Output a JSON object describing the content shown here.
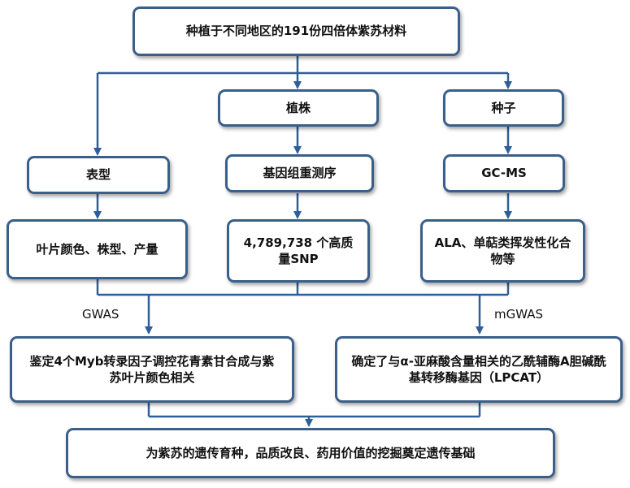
{
  "nodes": {
    "root": "种植于不同地区的191份四倍体紫苏材料",
    "plant": "植株",
    "seed": "种子",
    "phenotype": "表型",
    "sequencing": "基因组重测序",
    "gcms": "GC-MS",
    "traits": "叶片颜色、株型、产量",
    "snp": "4,789,738 个高质量SNP",
    "metabolites": "ALA、单萜类挥发性化合物等",
    "myb": "鉴定4个Myb转录因子调控花青素甘合成与紫苏叶片颜色相关",
    "lpcat": "确定了与α-亚麻酸含量相关的乙酰辅酶A胆碱酰基转移酶基因（LPCAT）",
    "conclusion": "为紫苏的遗传育种，品质改良、药用价值的挖掘奠定遗传基础"
  },
  "edge_labels": {
    "gwas": "GWAS",
    "mgwas": "mGWAS"
  }
}
